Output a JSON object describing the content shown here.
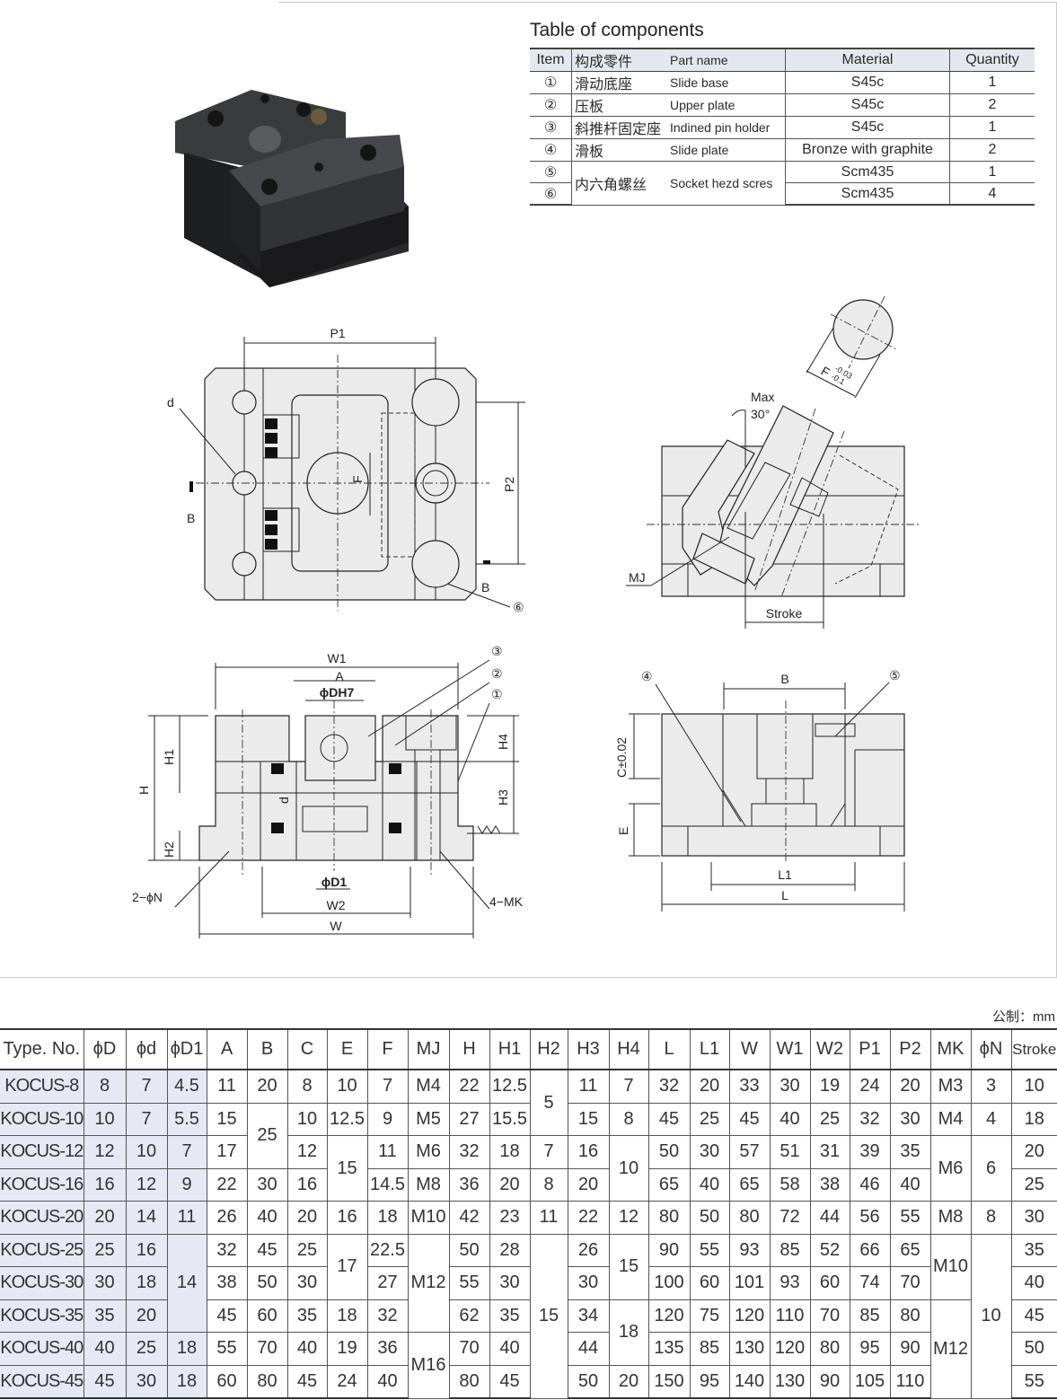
{
  "components": {
    "title": "Table of components",
    "headers": {
      "item": "Item",
      "cn": "构成零件",
      "en": "Part name",
      "material": "Material",
      "quantity": "Quantity"
    },
    "rows": [
      {
        "item": "①",
        "cn": "滑动底座",
        "en": "Slide base",
        "material": "S45c",
        "quantity": "1"
      },
      {
        "item": "②",
        "cn": "压板",
        "en": "Upper plate",
        "material": "S45c",
        "quantity": "2"
      },
      {
        "item": "③",
        "cn": "斜推杆固定座",
        "en": "Indined pin holder",
        "material": "S45c",
        "quantity": "1"
      },
      {
        "item": "④",
        "cn": "滑板",
        "en": "Slide plate",
        "material": "Bronze with graphite",
        "quantity": "2"
      },
      {
        "item": "⑤",
        "cn": "内六角螺丝",
        "en": "Socket hezd scres",
        "material": "Scm435",
        "quantity": "1"
      },
      {
        "item": "⑥",
        "cn": "",
        "en": "",
        "material": "Scm435",
        "quantity": "4"
      }
    ]
  },
  "drawings": {
    "top_view": {
      "p1": "P1",
      "d": "d",
      "b_left": "B",
      "f": "F",
      "p2": "P2",
      "b_right": "B",
      "item6": "⑥"
    },
    "side_view": {
      "w1": "W1",
      "a": "A",
      "dh7": "ϕDH7",
      "item3": "③",
      "item2": "②",
      "item1": "①",
      "h1": "H1",
      "h": "H",
      "h2": "H2",
      "d": "d",
      "h4": "H4",
      "h3": "H3",
      "d1": "ϕD1",
      "w2": "W2",
      "w": "W",
      "n": "2−ϕN",
      "mk": "4−MK"
    },
    "angle_view": {
      "max": "Max",
      "deg": "30°",
      "f": "F",
      "tol_upper": "-0.03",
      "tol_lower": "-0.1",
      "mj": "MJ",
      "stroke": "Stroke"
    },
    "front_view": {
      "item4": "④",
      "item5": "⑤",
      "b": "B",
      "c": "C±0.02",
      "e": "E",
      "l1": "L1",
      "l": "L"
    }
  },
  "spec": {
    "unit": "公制：mm",
    "headers": [
      "Type. No.",
      "ϕD",
      "ϕd",
      "ϕD1",
      "A",
      "B",
      "C",
      "E",
      "F",
      "MJ",
      "H",
      "H1",
      "H2",
      "H3",
      "H4",
      "L",
      "L1",
      "W",
      "W1",
      "W2",
      "P1",
      "P2",
      "MK",
      "ϕN",
      "Stroke"
    ],
    "rows": [
      [
        [
          "KOCUS-8"
        ],
        [
          "8"
        ],
        [
          "7"
        ],
        [
          "4.5"
        ],
        [
          "11"
        ],
        [
          "20"
        ],
        [
          "8"
        ],
        [
          "10"
        ],
        [
          "7"
        ],
        [
          "M4"
        ],
        [
          "22"
        ],
        [
          "12.5"
        ],
        [
          "5",
          2
        ],
        [
          "11"
        ],
        [
          "7"
        ],
        [
          "32"
        ],
        [
          "20"
        ],
        [
          "33"
        ],
        [
          "30"
        ],
        [
          "19"
        ],
        [
          "24"
        ],
        [
          "20"
        ],
        [
          "M3"
        ],
        [
          "3"
        ],
        [
          "10"
        ]
      ],
      [
        [
          "KOCUS-10"
        ],
        [
          "10"
        ],
        [
          "7"
        ],
        [
          "5.5"
        ],
        [
          "15"
        ],
        [
          "25",
          2
        ],
        [
          "10"
        ],
        [
          "12.5"
        ],
        [
          "9"
        ],
        [
          "M5"
        ],
        [
          "27"
        ],
        [
          "15.5"
        ],
        null,
        [
          "15"
        ],
        [
          "8"
        ],
        [
          "45"
        ],
        [
          "25"
        ],
        [
          "45"
        ],
        [
          "40"
        ],
        [
          "25"
        ],
        [
          "32"
        ],
        [
          "30"
        ],
        [
          "M4"
        ],
        [
          "4"
        ],
        [
          "18"
        ]
      ],
      [
        [
          "KOCUS-12"
        ],
        [
          "12"
        ],
        [
          "10"
        ],
        [
          "7"
        ],
        [
          "17"
        ],
        null,
        [
          "12"
        ],
        [
          "15",
          2
        ],
        [
          "11"
        ],
        [
          "M6"
        ],
        [
          "32"
        ],
        [
          "18"
        ],
        [
          "7"
        ],
        [
          "16"
        ],
        [
          "10",
          2
        ],
        [
          "50"
        ],
        [
          "30"
        ],
        [
          "57"
        ],
        [
          "51"
        ],
        [
          "31"
        ],
        [
          "39"
        ],
        [
          "35"
        ],
        [
          "M6",
          2
        ],
        [
          "6",
          2
        ],
        [
          "20"
        ]
      ],
      [
        [
          "KOCUS-16"
        ],
        [
          "16"
        ],
        [
          "12"
        ],
        [
          "9"
        ],
        [
          "22"
        ],
        [
          "30"
        ],
        [
          "16"
        ],
        null,
        [
          "14.5"
        ],
        [
          "M8"
        ],
        [
          "36"
        ],
        [
          "20"
        ],
        [
          "8"
        ],
        [
          "20"
        ],
        null,
        [
          "65"
        ],
        [
          "40"
        ],
        [
          "65"
        ],
        [
          "58"
        ],
        [
          "38"
        ],
        [
          "46"
        ],
        [
          "40"
        ],
        null,
        null,
        [
          "25"
        ]
      ],
      [
        [
          "KOCUS-20"
        ],
        [
          "20"
        ],
        [
          "14"
        ],
        [
          "11"
        ],
        [
          "26"
        ],
        [
          "40"
        ],
        [
          "20"
        ],
        [
          "16"
        ],
        [
          "18"
        ],
        [
          "M10"
        ],
        [
          "42"
        ],
        [
          "23"
        ],
        [
          "11"
        ],
        [
          "22"
        ],
        [
          "12"
        ],
        [
          "80"
        ],
        [
          "50"
        ],
        [
          "80"
        ],
        [
          "72"
        ],
        [
          "44"
        ],
        [
          "56"
        ],
        [
          "55"
        ],
        [
          "M8"
        ],
        [
          "8"
        ],
        [
          "30"
        ]
      ],
      [
        [
          "KOCUS-25"
        ],
        [
          "25"
        ],
        [
          "16"
        ],
        [
          "14",
          3
        ],
        [
          "32"
        ],
        [
          "45"
        ],
        [
          "25"
        ],
        [
          "17",
          2
        ],
        [
          "22.5"
        ],
        [
          "M12",
          3
        ],
        [
          "50"
        ],
        [
          "28"
        ],
        [
          "15",
          5
        ],
        [
          "26"
        ],
        [
          "15",
          2
        ],
        [
          "90"
        ],
        [
          "55"
        ],
        [
          "93"
        ],
        [
          "85"
        ],
        [
          "52"
        ],
        [
          "66"
        ],
        [
          "65"
        ],
        [
          "M10",
          2
        ],
        [
          "10",
          5
        ],
        [
          "35"
        ]
      ],
      [
        [
          "KOCUS-30"
        ],
        [
          "30"
        ],
        [
          "18"
        ],
        null,
        [
          "38"
        ],
        [
          "50"
        ],
        [
          "30"
        ],
        null,
        [
          "27"
        ],
        null,
        [
          "55"
        ],
        [
          "30"
        ],
        null,
        [
          "30"
        ],
        null,
        [
          "100"
        ],
        [
          "60"
        ],
        [
          "101"
        ],
        [
          "93"
        ],
        [
          "60"
        ],
        [
          "74"
        ],
        [
          "70"
        ],
        null,
        null,
        [
          "40"
        ]
      ],
      [
        [
          "KOCUS-35"
        ],
        [
          "35"
        ],
        [
          "20"
        ],
        null,
        [
          "45"
        ],
        [
          "60"
        ],
        [
          "35"
        ],
        [
          "18"
        ],
        [
          "32"
        ],
        null,
        [
          "62"
        ],
        [
          "35"
        ],
        null,
        [
          "34"
        ],
        [
          "18",
          2
        ],
        [
          "120"
        ],
        [
          "75"
        ],
        [
          "120"
        ],
        [
          "110"
        ],
        [
          "70"
        ],
        [
          "85"
        ],
        [
          "80"
        ],
        [
          "M12",
          3
        ],
        null,
        [
          "45"
        ]
      ],
      [
        [
          "KOCUS-40"
        ],
        [
          "40"
        ],
        [
          "25"
        ],
        [
          "18"
        ],
        [
          "55"
        ],
        [
          "70"
        ],
        [
          "40"
        ],
        [
          "19"
        ],
        [
          "36"
        ],
        [
          "M16",
          2
        ],
        [
          "70"
        ],
        [
          "40"
        ],
        null,
        [
          "44"
        ],
        null,
        [
          "135"
        ],
        [
          "85"
        ],
        [
          "130"
        ],
        [
          "120"
        ],
        [
          "80"
        ],
        [
          "95"
        ],
        [
          "90"
        ],
        null,
        null,
        [
          "50"
        ]
      ],
      [
        [
          "KOCUS-45"
        ],
        [
          "45"
        ],
        [
          "30"
        ],
        [
          "18"
        ],
        [
          "60"
        ],
        [
          "80"
        ],
        [
          "45"
        ],
        [
          "24"
        ],
        [
          "40"
        ],
        null,
        [
          "80"
        ],
        [
          "45"
        ],
        null,
        [
          "50"
        ],
        [
          "20"
        ],
        [
          "150"
        ],
        [
          "95"
        ],
        [
          "140"
        ],
        [
          "130"
        ],
        [
          "90"
        ],
        [
          "105"
        ],
        [
          "110"
        ],
        null,
        null,
        [
          "55"
        ]
      ]
    ]
  },
  "colors": {
    "shade": "#e6e9f4",
    "header_bg": "#e4e7ee",
    "part_fill": "#ebebeb"
  }
}
